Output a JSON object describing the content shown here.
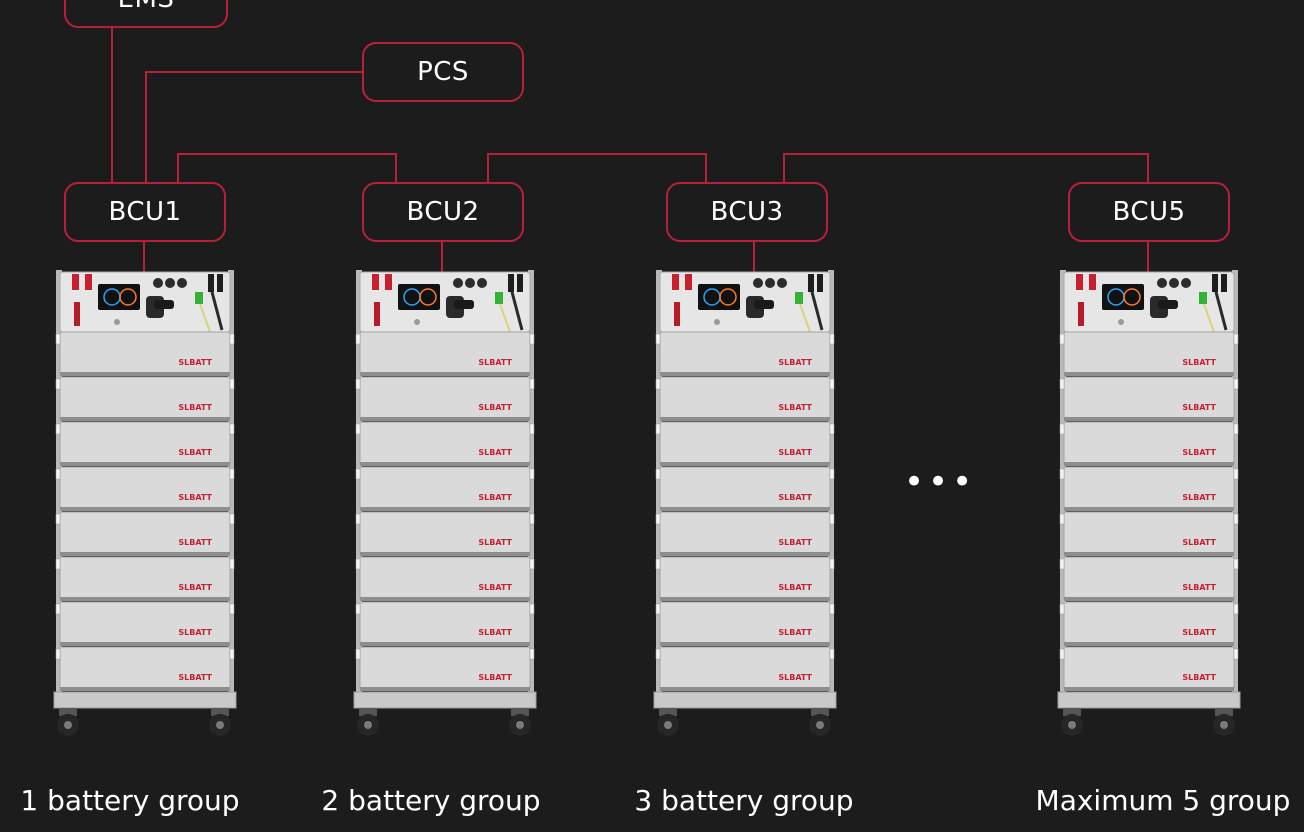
{
  "nodes": {
    "ems": "EMS",
    "pcs": "PCS",
    "bcu1": "BCU1",
    "bcu2": "BCU2",
    "bcu3": "BCU3",
    "bcu5": "BCU5"
  },
  "groups": [
    {
      "caption": "1 battery group"
    },
    {
      "caption": "2 battery group"
    },
    {
      "caption": "3 battery group"
    },
    {
      "caption": "Maximum 5 group"
    }
  ],
  "ellipsis": "•••",
  "brand": "SLBATT",
  "colors": {
    "background": "#1c1c1c",
    "wire": "#b8203a",
    "text": "#ffffff",
    "rack_body": "#dcdcdc",
    "logo_red": "#c62034"
  }
}
